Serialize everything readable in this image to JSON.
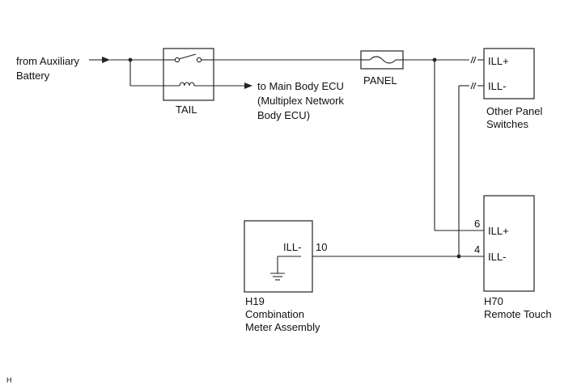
{
  "source": {
    "line1": "from Auxiliary",
    "line2": "Battery"
  },
  "relay": {
    "name": "TAIL"
  },
  "output": {
    "line1": "to Main Body ECU",
    "line2": "(Multiplex Network",
    "line3": "Body ECU)"
  },
  "fuse": {
    "name": "PANEL"
  },
  "panel_switches": {
    "pin_ill_plus": "ILL+",
    "pin_ill_minus": "ILL-",
    "name_line1": "Other Panel",
    "name_line2": "Switches"
  },
  "remote_touch": {
    "code": "H70",
    "name": "Remote Touch",
    "pin_ill_plus": "ILL+",
    "pin_ill_plus_num": "6",
    "pin_ill_minus": "ILL-",
    "pin_ill_minus_num": "4"
  },
  "meter": {
    "code": "H19",
    "name_line1": "Combination",
    "name_line2": "Meter Assembly",
    "pin_ill_minus": "ILL-",
    "pin_ill_minus_num": "10"
  },
  "footer": {
    "mark": "H"
  },
  "colors": {
    "wire": "#222222",
    "text": "#111111",
    "background": "#ffffff"
  }
}
